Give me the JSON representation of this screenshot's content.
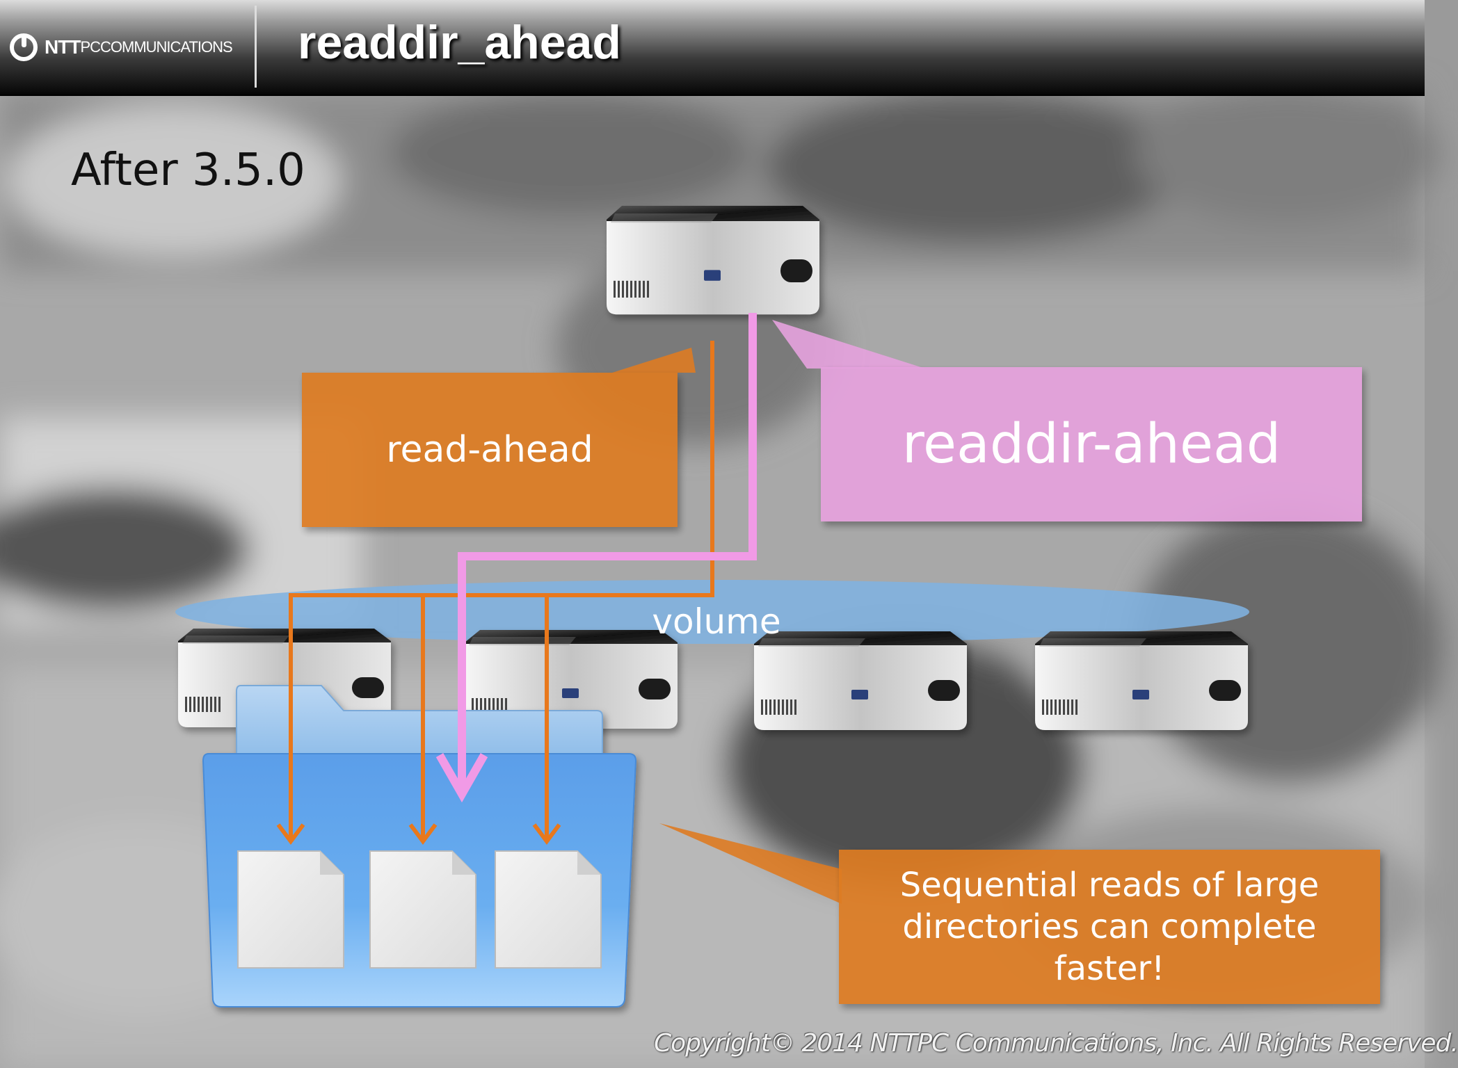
{
  "header": {
    "logo_text": "NTT",
    "logo_sub": "PC",
    "logo_tail": "COMMUNICATIONS",
    "title": "readdir_ahead"
  },
  "slide": {
    "subtitle": "After 3.5.0",
    "read_ahead_label": "read-ahead",
    "readdir_ahead_label": "readdir-ahead",
    "volume_label": "volume",
    "note_lines": [
      "Sequential reads of large",
      "directories can complete",
      "faster!"
    ],
    "copyright": "Copyright© 2014 NTTPC Communications, Inc. All Rights Reserved."
  },
  "colors": {
    "orange": "#de7b22",
    "pink": "#e6a2de",
    "volume_blue": "#7fb2e0",
    "folder_blue": "#69a9ec"
  }
}
